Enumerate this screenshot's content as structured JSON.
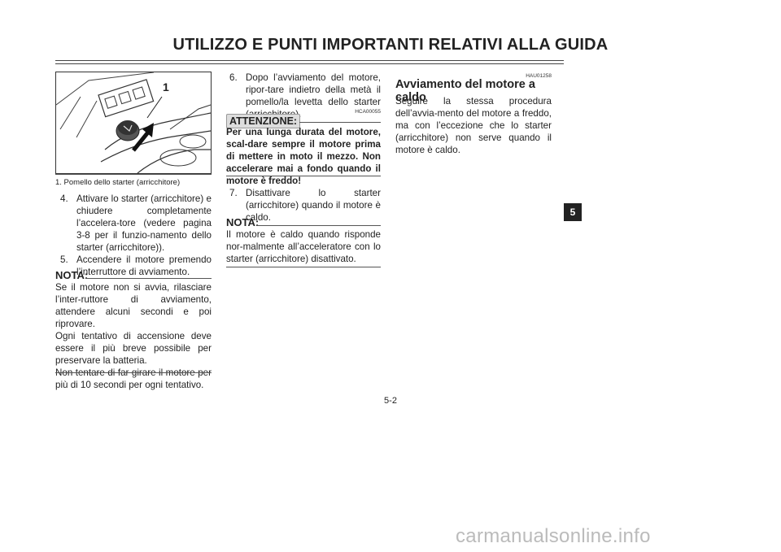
{
  "header": {
    "title": "UTILIZZO E PUNTI IMPORTANTI RELATIVI ALLA GUIDA"
  },
  "figure": {
    "callout": "1",
    "caption": "1.   Pomello dello starter (arricchitore)"
  },
  "left": {
    "steps": [
      {
        "num": "4.",
        "text": "Attivare lo starter (arricchitore) e chiudere completamente l’accelera-tore (vedere pagina 3-8 per il funzio-namento dello starter (arricchitore))."
      },
      {
        "num": "5.",
        "text": "Accendere il motore premendo l’interruttore di avviamento."
      }
    ],
    "nota_label": "NOTA:",
    "nota_paragraphs": [
      "Se il motore non si avvia, rilasciare l’inter-ruttore di avviamento, attendere alcuni secondi e poi riprovare.",
      "Ogni tentativo di accensione deve essere il più breve possibile per preservare la batteria.",
      "Non tentare di far girare il motore per più di 10 secondi per ogni tentativo."
    ]
  },
  "middle": {
    "step6": {
      "num": "6.",
      "text": "Dopo l’avviamento del motore, ripor-tare indietro della metà il pomello/la levetta dello starter (arricchitore)."
    },
    "attention_label": "ATTENZIONE:",
    "attention_code": "HCA00055",
    "attention_text": "Per una lunga durata del motore, scal-dare sempre il motore prima di mettere in moto il mezzo. Non accelerare mai a fondo quando il motore è freddo!",
    "step7": {
      "num": "7.",
      "text": "Disattivare lo starter (arricchitore) quando il motore è caldo."
    },
    "nota_label": "NOTA:",
    "nota_text": "Il motore è caldo quando risponde nor-malmente all’acceleratore con lo starter (arricchitore) disattivato."
  },
  "right": {
    "code": "HAU01258",
    "title": "Avviamento del motore a caldo",
    "text": "Seguire la stessa procedura dell’avvia-mento del motore a freddo, ma con l’eccezione che lo starter (arricchitore) non serve quando il motore è caldo."
  },
  "section_tab": "5",
  "page_number": "5-2",
  "watermark": "carmanualsonline.info"
}
